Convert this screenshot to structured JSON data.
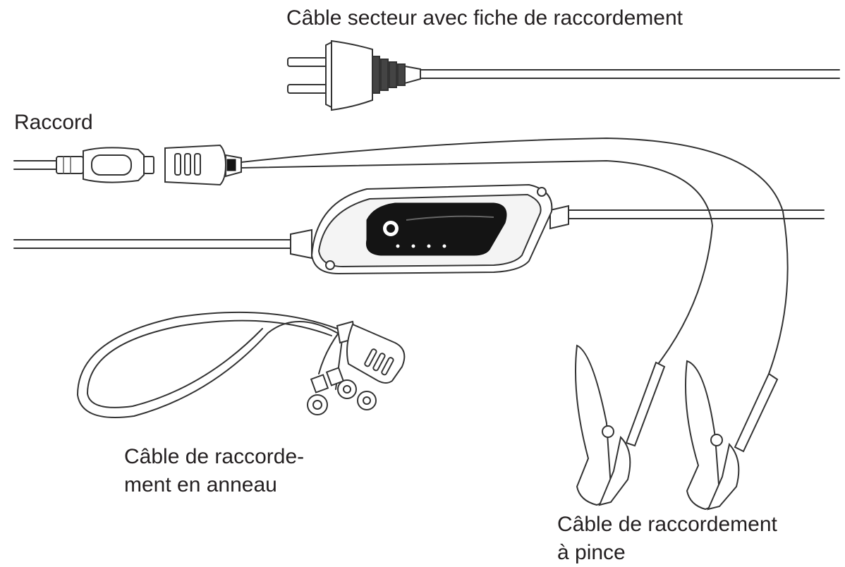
{
  "labels": {
    "mains_cable": "Câble secteur avec fiche de raccordement",
    "connector": "Raccord",
    "ring_cable_line1": "Câble de raccorde-",
    "ring_cable_line2": "ment en anneau",
    "clamp_cable_line1": "Câble de raccordement",
    "clamp_cable_line2": "à pince"
  },
  "colors": {
    "line": "#333333",
    "panel": "#141414",
    "background": "#ffffff"
  }
}
